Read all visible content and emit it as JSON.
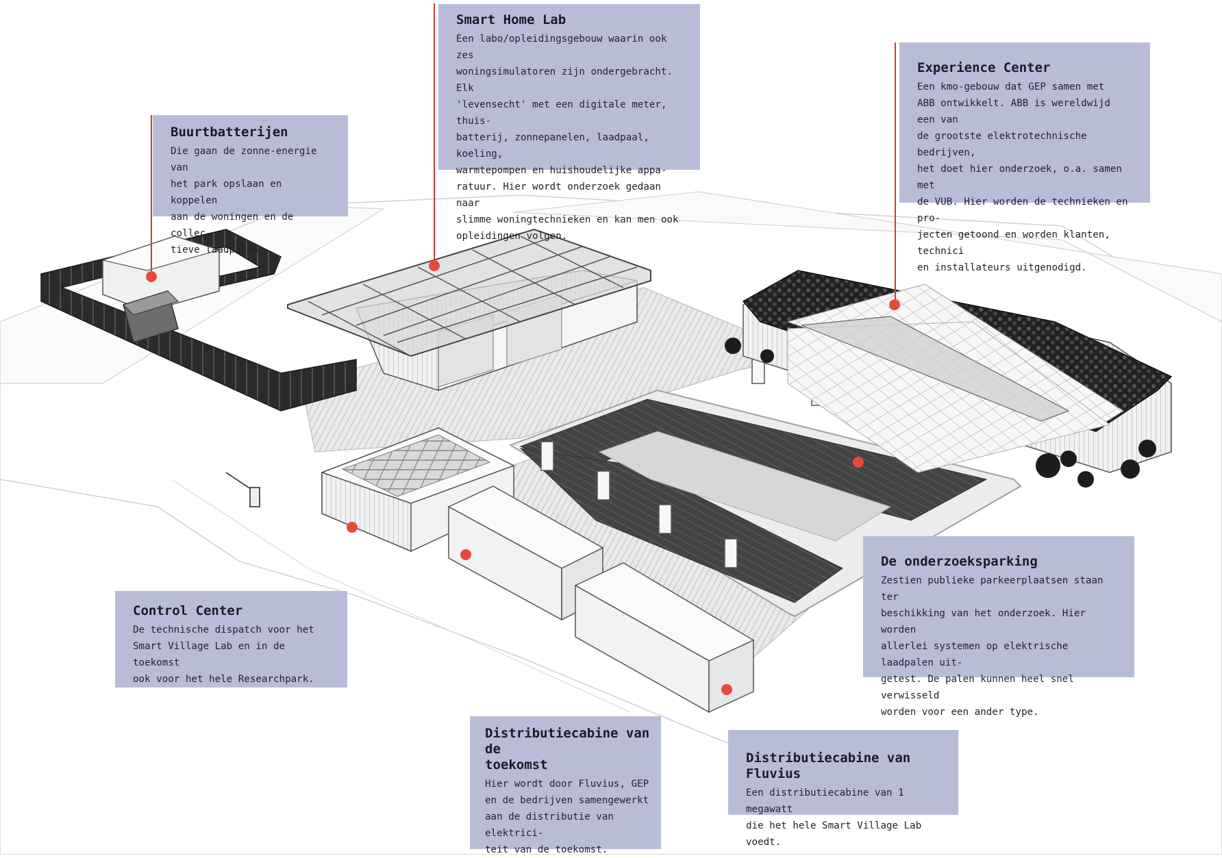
{
  "colors": {
    "callout_bg": "#b9bcd6",
    "marker": "#e9493c",
    "leader": "#cf3a32",
    "ground": "#ffffff",
    "parking": "#3a3a3a"
  },
  "callouts": {
    "smart_home_lab": {
      "title": "Smart Home Lab",
      "body": "Een labo/opleidingsgebouw waarin ook zes\nwoningsimulatoren zijn ondergebracht. Elk\n'levensecht' met een digitale meter, thuis-\nbatterij, zonnepanelen, laadpaal, koeling,\nwarmtepompen en huishoudelijke appa-\nratuur. Hier wordt onderzoek gedaan naar\nslimme woningtechnieken en kan men ook\nopleidingen volgen."
    },
    "buurtbatterijen": {
      "title": "Buurtbatterijen",
      "body": "Die gaan de zonne-energie van\nhet park opslaan en koppelen\naan de woningen en de collec-\ntieve laadpalen."
    },
    "experience_center": {
      "title": "Experience Center",
      "body": "Een kmo-gebouw dat GEP samen met\nABB ontwikkelt. ABB is wereldwijd een van\nde grootste elektrotechnische bedrijven,\nhet doet hier onderzoek, o.a. samen met\nde VUB. Hier worden de technieken en pro-\njecten getoond en worden klanten, technici\nen installateurs uitgenodigd."
    },
    "onderzoeksparking": {
      "title": "De  onderzoeksparking",
      "body": "Zestien publieke parkeerplaatsen staan ter\nbeschikking van het onderzoek. Hier worden\nallerlei systemen op elektrische laadpalen uit-\ngetest. De palen kunnen heel snel verwisseld\nworden voor een ander type."
    },
    "control_center": {
      "title": "Control Center",
      "body": "De technische dispatch voor het\nSmart Village Lab en in de toekomst\nook voor het hele Researchpark."
    },
    "distributiecabine_toekomst": {
      "title": "Distributiecabine van de\ntoekomst",
      "body": "Hier wordt door Fluvius, GEP\nen de bedrijven samengewerkt\naan de distributie van elektrici-\nteit van de toekomst."
    },
    "distributiecabine_fluvius": {
      "title": "Distributiecabine van Fluvius",
      "body": "Een distributiecabine van 1 megawatt\ndie het hele Smart Village Lab voedt."
    }
  }
}
